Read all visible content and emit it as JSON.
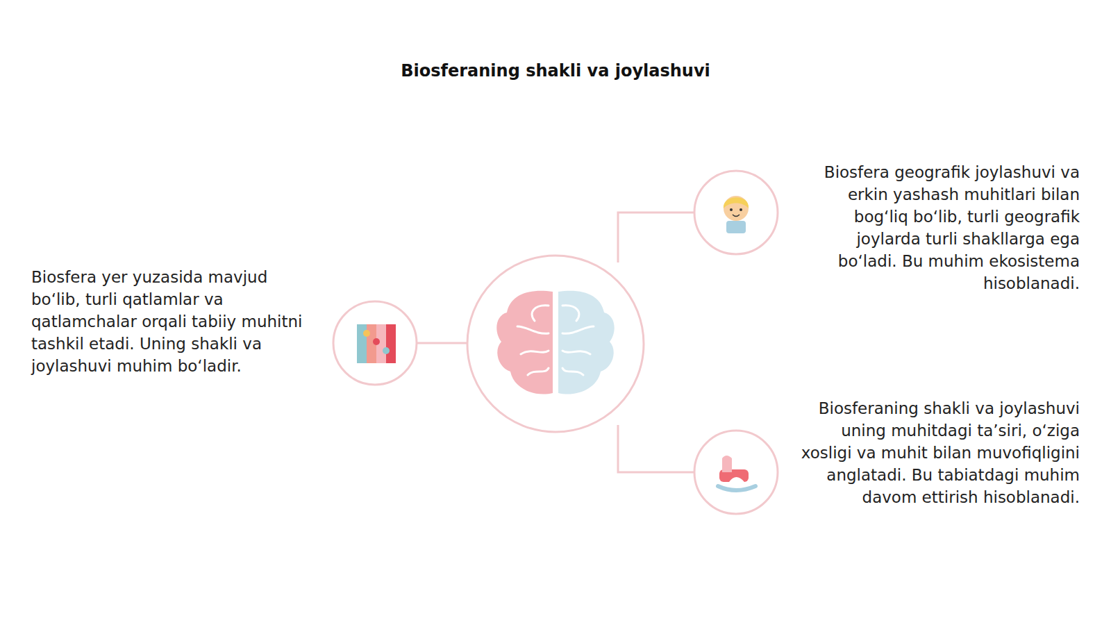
{
  "diagram": {
    "title": "Biosferaning shakli va joylashuvi",
    "labels": [
      "Biosfera yer yuzasida mavjud bo‘lib, turli qatlamlar va qatlamchalar orqali tabiiy muhitni tashkil etadi. Uning shakli va joylashuvi muhim bo‘ladir.",
      "Biosfera geografik joylashuvi va erkin yashash muhitlari bilan bog‘liq bo‘lib, turli geografik joylarda turli shakllarga ega bo‘ladi. Bu muhim ekosistema hisoblanadi.",
      "Biosferaning shakli va joylashuvi uning muhitdagi ta’siri, o‘ziga xosligi va muhit bilan muvofiqligini anglatadi. Bu tabiatdagi muhim davom ettirish hisoblanadi."
    ]
  }
}
